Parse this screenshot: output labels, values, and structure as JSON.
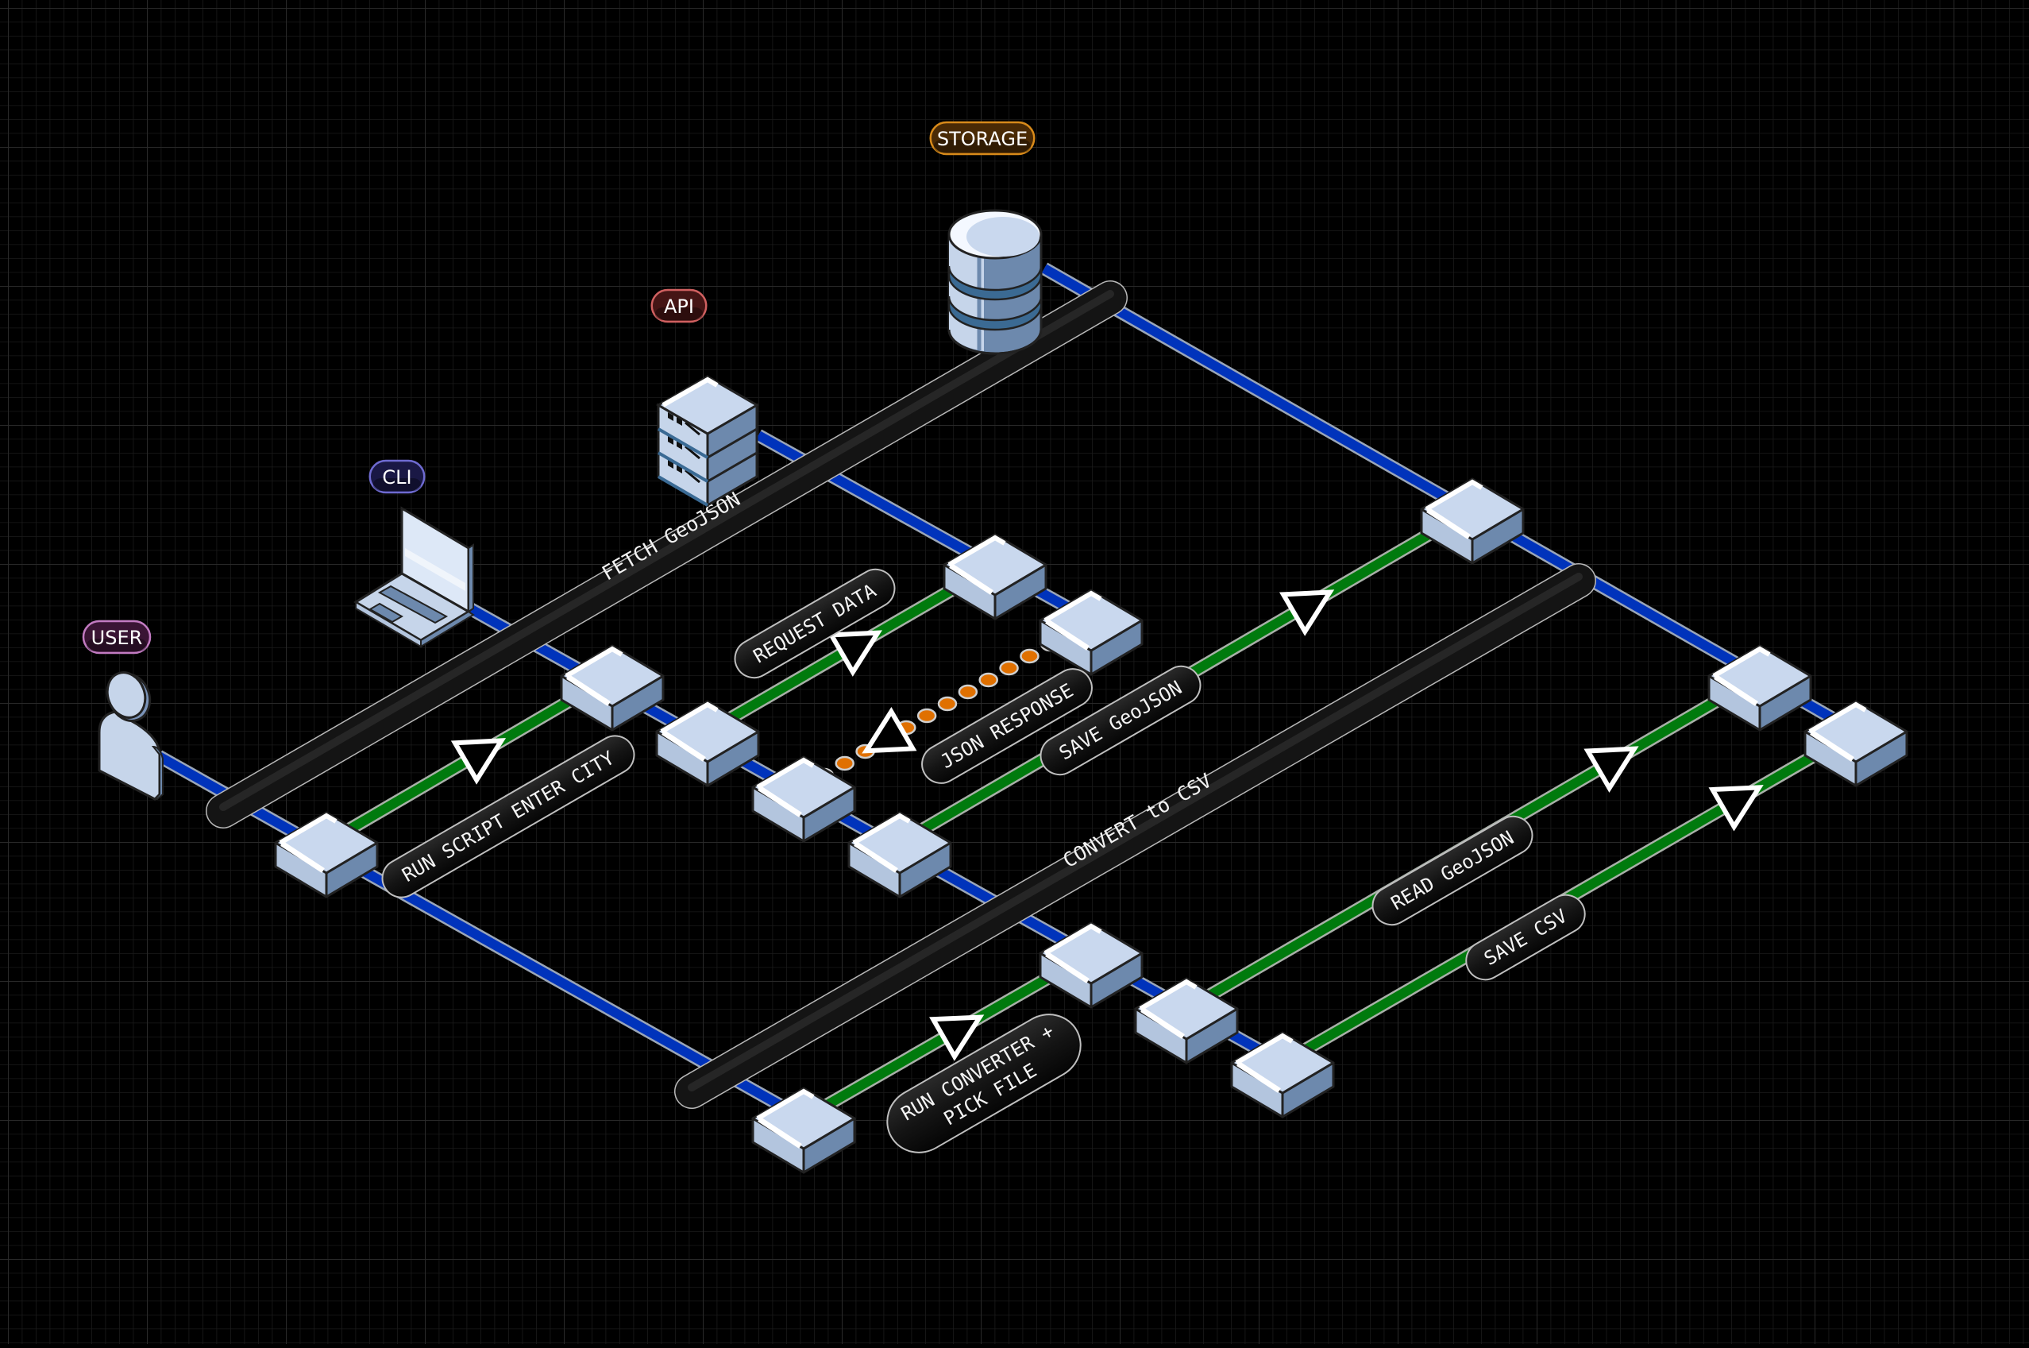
{
  "diagram": {
    "title": "GeoJSON to CSV sequence",
    "colors": {
      "background": "#000000",
      "grid_minor": "#1a1a1a",
      "grid_major": "#2a2a2a",
      "lifeline": "#0033bb",
      "message": "#007a0d",
      "response_dot": "#e07000",
      "node_top": "#c9d8ee",
      "node_left": "#b3c5de",
      "node_right": "#6d89ad",
      "outline": "#222222",
      "pill_fill": "#111111"
    },
    "actors": [
      {
        "id": "user",
        "label": "USER",
        "icon": "person-icon",
        "color": "#c27bc2",
        "fill": "#3a1535"
      },
      {
        "id": "cli",
        "label": "CLI",
        "icon": "laptop-icon",
        "color": "#6e6ad0",
        "fill": "#1a1845"
      },
      {
        "id": "api",
        "label": "API",
        "icon": "server-icon",
        "color": "#d06060",
        "fill": "#451515"
      },
      {
        "id": "storage",
        "label": "STORAGE",
        "icon": "database-icon",
        "color": "#d88a1a",
        "fill": "#4a2a05"
      }
    ],
    "phases": [
      {
        "id": "fetch",
        "label": "FETCH GeoJSON"
      },
      {
        "id": "convert",
        "label": "CONVERT to CSV"
      }
    ],
    "messages": [
      {
        "id": "m1",
        "from": "user",
        "to": "cli",
        "label": "RUN SCRIPT ENTER CITY",
        "style": "solid"
      },
      {
        "id": "m2",
        "from": "cli",
        "to": "api",
        "label": "REQUEST DATA",
        "style": "solid"
      },
      {
        "id": "m3",
        "from": "api",
        "to": "cli",
        "label": "JSON RESPONSE",
        "style": "dotted"
      },
      {
        "id": "m4",
        "from": "cli",
        "to": "storage",
        "label": "SAVE GeoJSON",
        "style": "solid"
      },
      {
        "id": "m5",
        "from": "user",
        "to": "cli",
        "label": "RUN CONVERTER + PICK FILE",
        "label_lines": [
          "RUN CONVERTER +",
          "PICK FILE"
        ],
        "style": "solid"
      },
      {
        "id": "m6",
        "from": "cli",
        "to": "storage",
        "label": "READ GeoJSON",
        "style": "solid"
      },
      {
        "id": "m7",
        "from": "cli",
        "to": "storage",
        "label": "SAVE CSV",
        "style": "solid"
      }
    ]
  }
}
